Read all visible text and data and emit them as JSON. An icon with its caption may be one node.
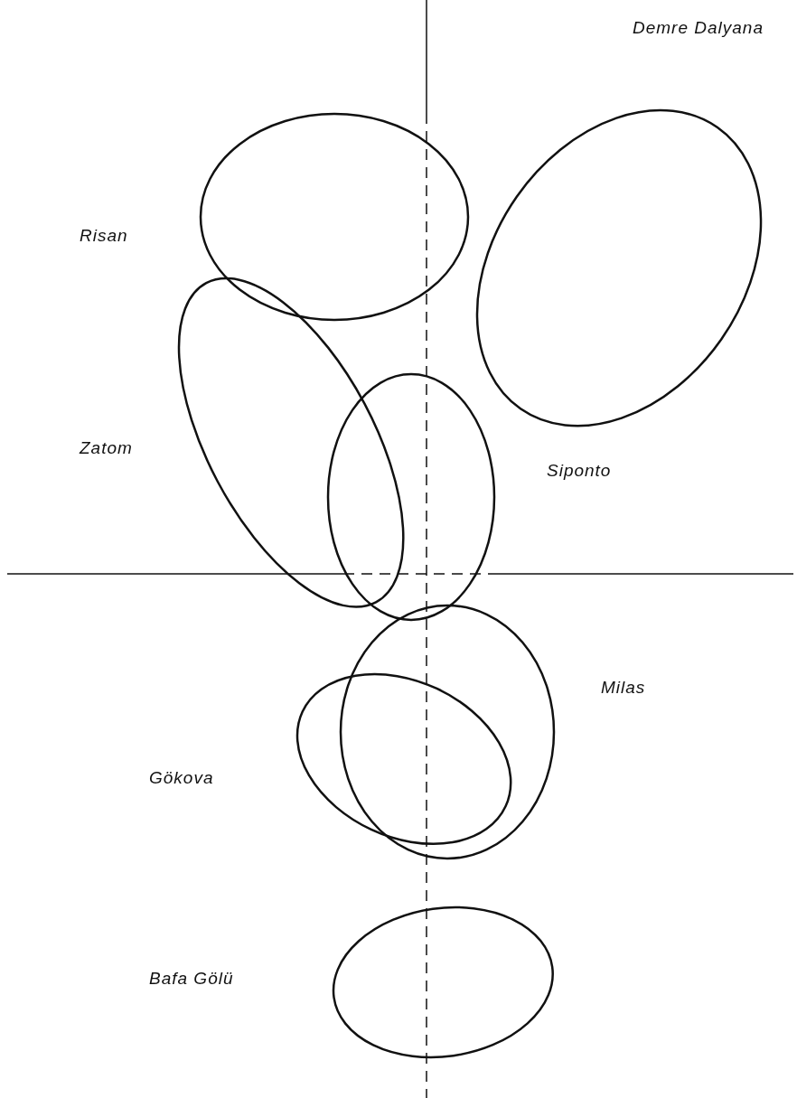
{
  "diagram": {
    "nodes": [
      {
        "text": [],
        "shape": "ellipse"
      },
      {
        "text": [],
        "shape": "ellipse"
      },
      {
        "text": [],
        "shape": "ellipse"
      },
      {
        "text": [],
        "shape": "ellipse"
      },
      {
        "text": [],
        "shape": "ellipse"
      },
      {
        "text": [],
        "shape": "ellipse"
      },
      {
        "text": [],
        "shape": "ellipse"
      }
    ],
    "labels": [
      "Demre Dalyana",
      "Risan",
      "Zatom",
      "Siponto",
      "Milas",
      "Gökova",
      "Bafa Gölü"
    ]
  }
}
